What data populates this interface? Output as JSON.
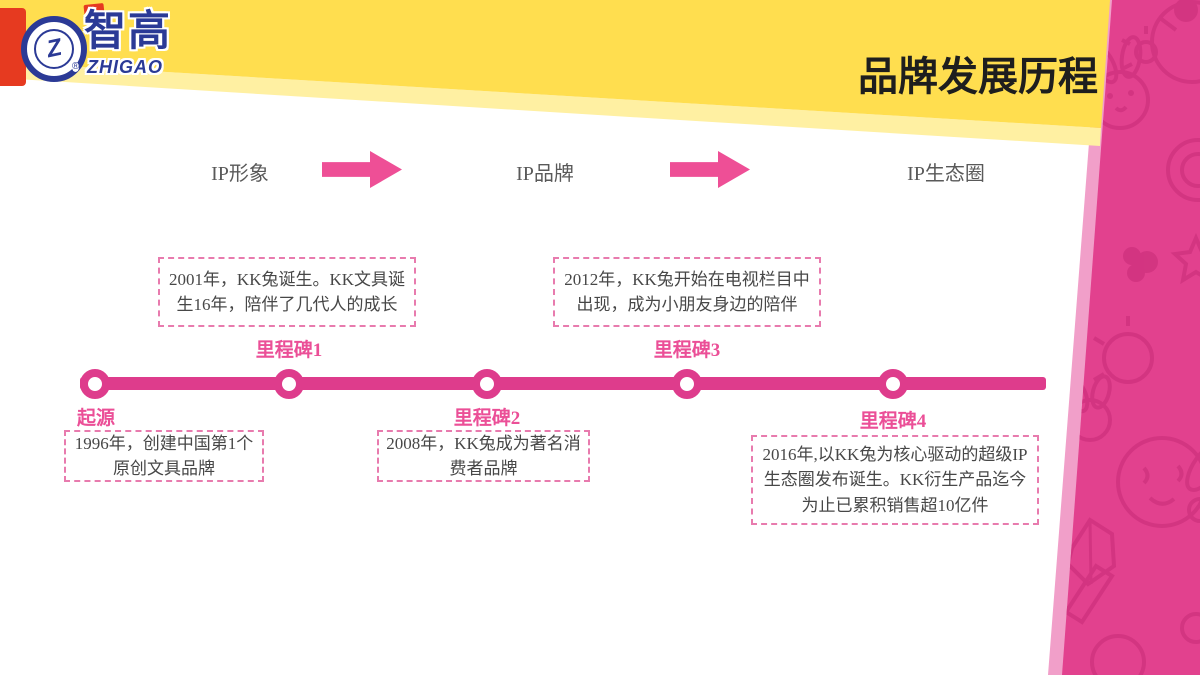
{
  "brand": {
    "symbol": "Z",
    "name": "智高",
    "latin": "ZHIGAO",
    "registered": "®"
  },
  "header": {
    "title": "品牌发展历程"
  },
  "flow": {
    "stages": [
      "IP形象",
      "IP品牌",
      "IP生态圈"
    ]
  },
  "timeline": {
    "nodes": [
      {
        "label": "起源",
        "side": "below",
        "desc": "1996年，创建中国第1个原创文具品牌"
      },
      {
        "label": "里程碑1",
        "side": "above",
        "desc": "2001年，KK兔诞生。KK文具诞生16年，陪伴了几代人的成长"
      },
      {
        "label": "里程碑2",
        "side": "below",
        "desc": "2008年，KK兔成为著名消费者品牌"
      },
      {
        "label": "里程碑3",
        "side": "above",
        "desc": "2012年，KK兔开始在电视栏目中出现，成为小朋友身边的陪伴"
      },
      {
        "label": "里程碑4",
        "side": "below",
        "desc": "2016年,以KK兔为核心驱动的超级IP生态圈发布诞生。KK衍生产品迄今为止已累积销售超10亿件"
      }
    ]
  },
  "colors": {
    "banner_yellow": "#FFDE4F",
    "banner_underlay_yellow": "#FFF0A2",
    "band_pink": "#E2418E",
    "band_pattern_pink": "#D23480",
    "band_edge_light_pink": "#F19FC9",
    "accent_pink": "#EE4F96",
    "timeline_pink": "#DE3C8C",
    "label_pink": "#EB4F97",
    "logo_blue": "#2B3A96",
    "logo_red": "#E63A20",
    "title_text": "#1E1E1E",
    "body_text": "#474747",
    "stage_text": "#595959"
  }
}
